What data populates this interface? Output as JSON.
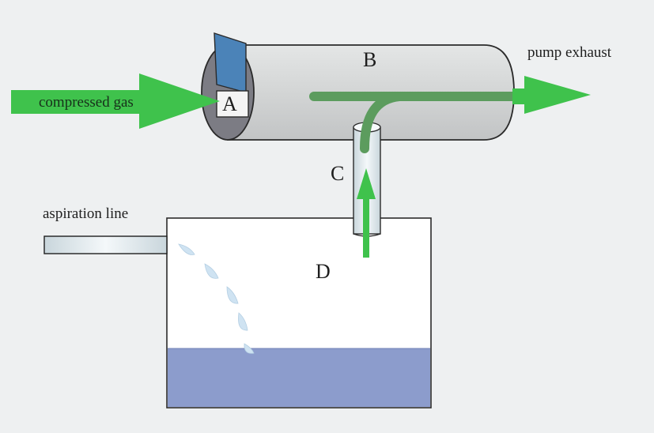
{
  "labels": {
    "A": "A",
    "B": "B",
    "C": "C",
    "D": "D",
    "compressed_gas": "compressed gas",
    "pump_exhaust": "pump exhaust",
    "aspiration_line": "aspiration line"
  },
  "colors": {
    "background": "#eef0f1",
    "cylinder_body": "#d4d6d6",
    "cylinder_end": "#7c7c84",
    "flow_arrow": "#3fc24c",
    "inner_tube": "#5c9c5e",
    "valve_blue": "#4b83b8",
    "liquid": "#8c9ccc",
    "droplet": "#cfe3f2",
    "tube": "#dde8ee"
  }
}
